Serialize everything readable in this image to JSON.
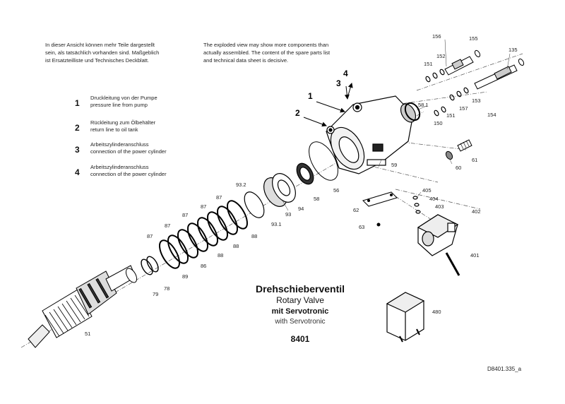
{
  "notes": {
    "de_line1": "In dieser Ansicht können mehr Teile dargestellt",
    "de_line2": "sein, als tatsächlich vorhanden sind. Maßgeblich",
    "de_line3": "ist Ersatzteilliste und Technisches Deckblatt.",
    "en_line1": "The exploded view may show more components than",
    "en_line2": "actually assembled. The content of the spare parts list",
    "en_line3": "and technical data sheet is decisive."
  },
  "legend": [
    {
      "num": "1",
      "de": "Druckleitung von der Pumpe",
      "en": "pressure line from pump"
    },
    {
      "num": "2",
      "de": "Rückleitung zum Ölbehälter",
      "en": "return line to oil tank"
    },
    {
      "num": "3",
      "de": "Arbeitszylinderanschluss",
      "en": "connection of the power cylinder"
    },
    {
      "num": "4",
      "de": "Arbeitszylinderanschluss",
      "en": "connection of the power cylinder"
    }
  ],
  "arrow_labels": [
    "1",
    "2",
    "3",
    "4"
  ],
  "part_labels": {
    "p156": "156",
    "p155": "155",
    "p152": "152",
    "p151": "151",
    "p135": "135",
    "p58_1": "58.1",
    "p153": "153",
    "p157": "157",
    "p154": "154",
    "p151b": "151",
    "p150": "150",
    "p61": "61",
    "p60": "60",
    "p59": "59",
    "p56": "56",
    "p58": "58",
    "p94": "94",
    "p93": "93",
    "p93_2": "93.2",
    "p93_1": "93.1",
    "p87a": "87",
    "p87b": "87",
    "p87c": "87",
    "p87d": "87",
    "p87e": "87",
    "p88a": "88",
    "p88b": "88",
    "p88c": "88",
    "p86": "86",
    "p89": "89",
    "p78": "78",
    "p79": "79",
    "p51": "51",
    "p62": "62",
    "p63": "63",
    "p405": "405",
    "p404": "404",
    "p403": "403",
    "p402": "402",
    "p401": "401",
    "p480": "480"
  },
  "title": {
    "de": "Drehschieberventil",
    "en": "Rotary Valve",
    "sub_de": "mit Servotronic",
    "sub_en": "with Servotronic",
    "number": "8401"
  },
  "drawing_code": "D8401.335_a"
}
